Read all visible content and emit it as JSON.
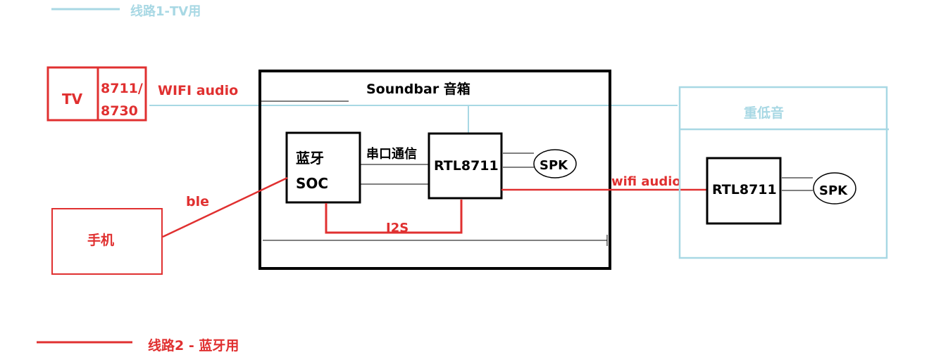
{
  "legend": {
    "route1_label": "线路1-TV用",
    "route2_label": "线路2 - 蓝牙用"
  },
  "tv": {
    "label": "TV",
    "chip_line1": "8711/",
    "chip_line2": "8730"
  },
  "wifi_audio_tv_label": "WIFI audio",
  "soundbar": {
    "title": "Soundbar 音箱",
    "bt_soc_line1": "蓝牙",
    "bt_soc_line2": "SOC",
    "uart_label": "串口通信",
    "rtl_label": "RTL8711",
    "spk_label": "SPK",
    "i2s_label": "I2S"
  },
  "phone": {
    "label": "手机",
    "ble_label": "ble"
  },
  "wifi_audio_sub_label": "wifi audio",
  "subwoofer": {
    "title": "重低音",
    "rtl_label": "RTL8711",
    "spk_label": "SPK"
  },
  "colors": {
    "route1": "#a8d8e4",
    "route2": "#e03030",
    "black": "#000000"
  }
}
